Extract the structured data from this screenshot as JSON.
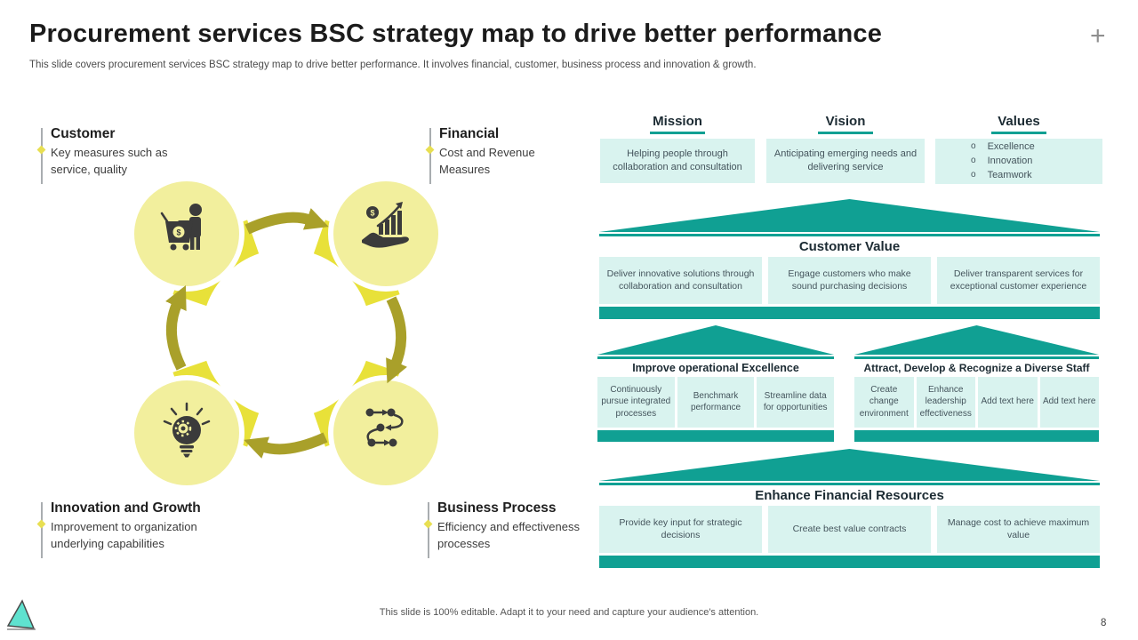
{
  "slide": {
    "title": "Procurement services BSC strategy map to drive better performance",
    "subtitle": "This slide covers procurement services BSC strategy map to drive better performance. It involves financial, customer, business process and innovation & growth.",
    "plus_glyph": "+",
    "footer_note": "This slide is 100% editable. Adapt it to your need and capture your audience's attention.",
    "page_number": "8"
  },
  "quadrants": {
    "customer": {
      "label": "Customer",
      "desc": "Key measures such as service, quality"
    },
    "financial": {
      "label": "Financial",
      "desc": "Cost and Revenue Measures"
    },
    "innovation": {
      "label": "Innovation and Growth",
      "desc": "Improvement to organization underlying capabilities"
    },
    "business": {
      "label": "Business Process",
      "desc": "Efficiency and effectiveness processes"
    }
  },
  "mvv": {
    "mission": {
      "title": "Mission",
      "text": "Helping people through collaboration and consultation"
    },
    "vision": {
      "title": "Vision",
      "text": "Anticipating emerging needs and delivering service"
    },
    "values": {
      "title": "Values",
      "bullet": "o",
      "items": [
        "Excellence",
        "Innovation",
        "Teamwork"
      ]
    }
  },
  "houses": {
    "customer_value": {
      "title": "Customer Value",
      "boxes": [
        "Deliver innovative solutions through collaboration and consultation",
        "Engage customers who make sound purchasing decisions",
        "Deliver transparent services for exceptional customer experience"
      ]
    },
    "operational": {
      "title": "Improve operational Excellence",
      "boxes": [
        "Continuously pursue integrated processes",
        "Benchmark performance",
        "Streamline data for opportunities"
      ]
    },
    "staff": {
      "title": "Attract, Develop & Recognize a Diverse Staff",
      "boxes": [
        "Create change environment",
        "Enhance leadership effectiveness",
        "Add text here",
        "Add text here"
      ]
    },
    "financial_resources": {
      "title": "Enhance Financial Resources",
      "boxes": [
        "Provide key input for strategic decisions",
        "Create best value contracts",
        "Manage cost to achieve maximum value"
      ]
    }
  },
  "colors": {
    "teal": "#10a093",
    "mint": "#d9f3ef",
    "paleYellow": "#f2ef9d",
    "brightYellow": "#e8e139",
    "olive": "#a9a02a",
    "iconDark": "#3b3b3b",
    "logoTurquoise": "#5fe2cf"
  }
}
